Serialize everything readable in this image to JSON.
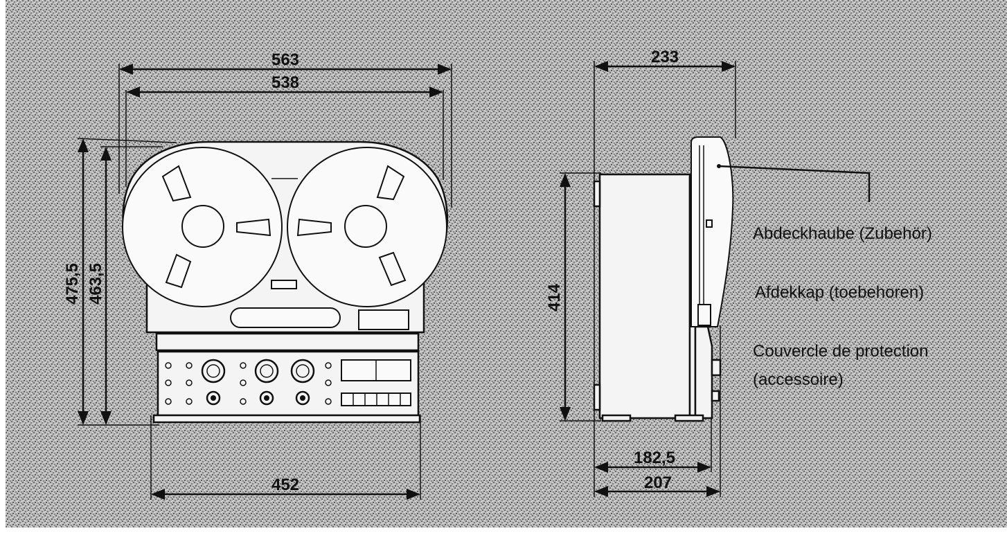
{
  "dimensions": {
    "front_width_overall": "563",
    "front_width_body": "538",
    "front_width_base": "452",
    "front_height_overall": "475,5",
    "front_height_body": "463,5",
    "side_depth_top": "233",
    "side_height": "414",
    "side_depth_body": "182,5",
    "side_depth_base": "207"
  },
  "cover_labels": {
    "german": "Abdeckhaube (Zubehör)",
    "dutch": "Afdekkap (toebehoren)",
    "french_line1": "Couvercle de protection",
    "french_line2": "(accessoire)"
  },
  "colors": {
    "background_texture": "#9a9a9a",
    "line": "#111111",
    "device_fill": "#f4f4f4"
  }
}
